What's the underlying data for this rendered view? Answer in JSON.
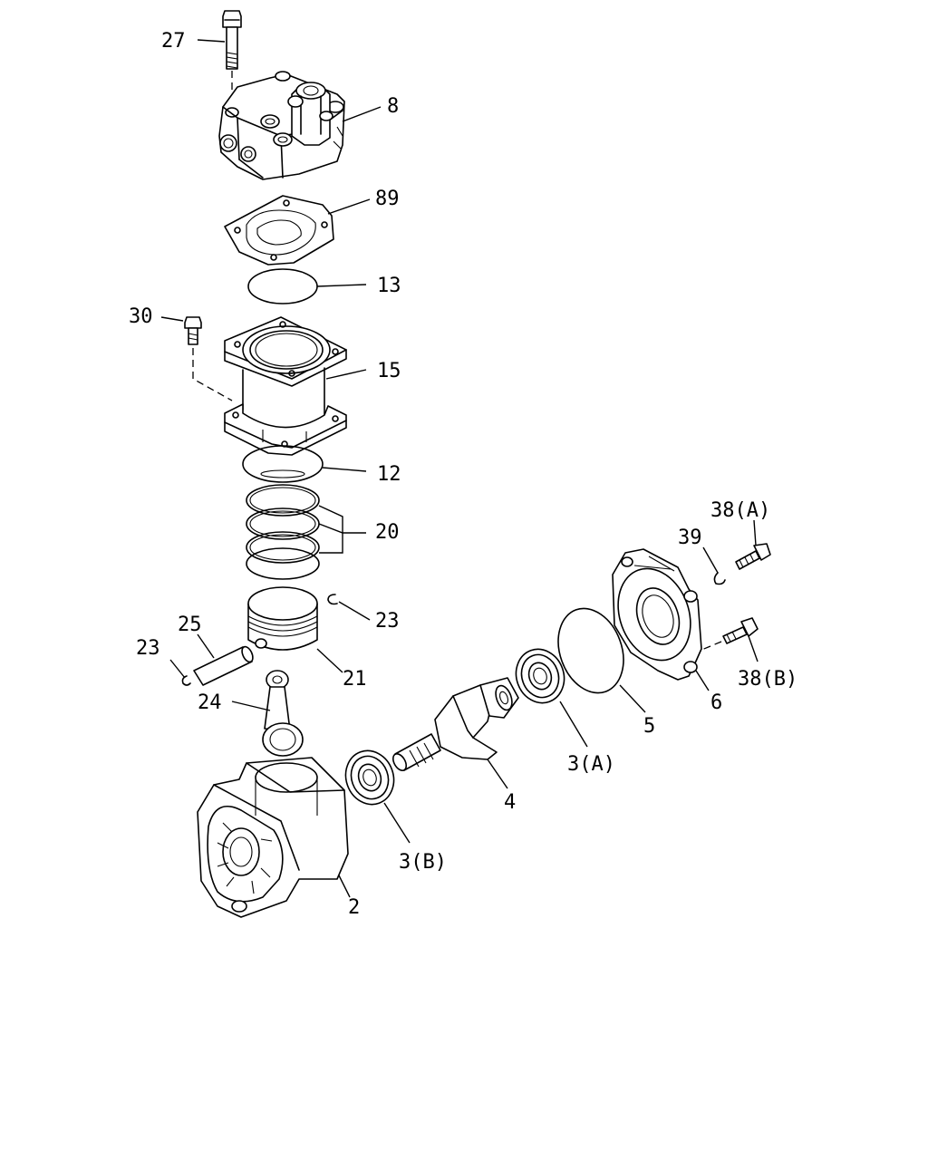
{
  "callouts": [
    {
      "id": "c27",
      "text": "27"
    },
    {
      "id": "c8",
      "text": "8"
    },
    {
      "id": "c89",
      "text": "89"
    },
    {
      "id": "c13",
      "text": "13"
    },
    {
      "id": "c30",
      "text": "30"
    },
    {
      "id": "c15",
      "text": "15"
    },
    {
      "id": "c12",
      "text": "12"
    },
    {
      "id": "c20",
      "text": "20"
    },
    {
      "id": "c23a",
      "text": "23"
    },
    {
      "id": "c25",
      "text": "25"
    },
    {
      "id": "c23b",
      "text": "23"
    },
    {
      "id": "c21",
      "text": "21"
    },
    {
      "id": "c24",
      "text": "24"
    },
    {
      "id": "c38a",
      "text": "38(A)"
    },
    {
      "id": "c39",
      "text": "39"
    },
    {
      "id": "c38b",
      "text": "38(B)"
    },
    {
      "id": "c6",
      "text": "6"
    },
    {
      "id": "c5",
      "text": "5"
    },
    {
      "id": "c3a",
      "text": "3(A)"
    },
    {
      "id": "c4",
      "text": "4"
    },
    {
      "id": "c3b",
      "text": "3(B)"
    },
    {
      "id": "c2",
      "text": "2"
    }
  ]
}
